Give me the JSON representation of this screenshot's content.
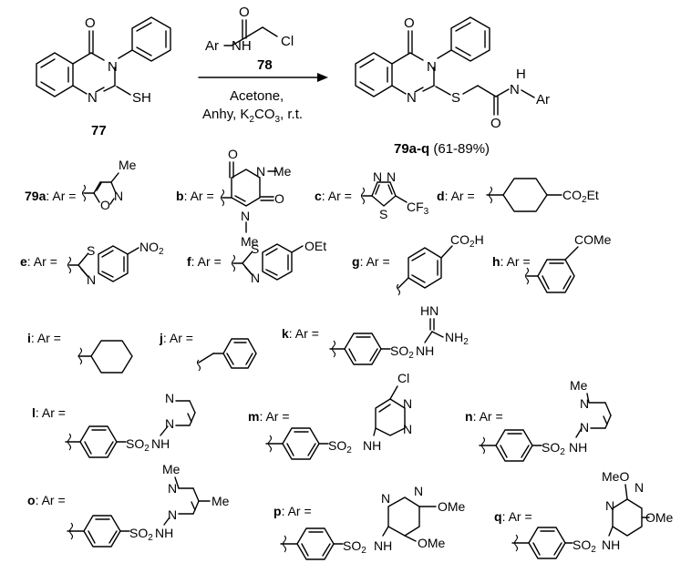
{
  "scheme": {
    "reactant": {
      "label": "77",
      "sh": "SH",
      "n": "N",
      "o": "O"
    },
    "reagent": {
      "label": "78",
      "ar": "Ar",
      "nh": "NH",
      "o": "O",
      "cl": "Cl"
    },
    "conditions": {
      "line1": "Acetone,",
      "line2_prefix": "Anhy, K",
      "line2_sub": "2",
      "line2_suffix": "CO",
      "line2_sub2": "3",
      "line2_end": ", r.t."
    },
    "product": {
      "label": "79a-q",
      "yield": " (61-89%)",
      "n": "N",
      "s": "S",
      "o": "O",
      "h": "H",
      "nh_n": "N",
      "ar": "Ar"
    }
  },
  "entries": [
    {
      "code": "79a",
      "sep": ": Ar =",
      "atoms": [
        "O",
        "N",
        "Me"
      ]
    },
    {
      "code": "b",
      "sep": ": Ar =",
      "atoms": [
        "O",
        "N",
        "Me",
        "O",
        "N",
        "Me"
      ]
    },
    {
      "code": "c",
      "sep": ": Ar =",
      "atoms": [
        "N",
        "N",
        "S",
        "CF3"
      ]
    },
    {
      "code": "d",
      "sep": ": Ar =",
      "atoms": [
        "CO2Et"
      ]
    },
    {
      "code": "e",
      "sep": ": Ar =",
      "atoms": [
        "S",
        "N",
        "NO2"
      ]
    },
    {
      "code": "f",
      "sep": ": Ar =",
      "atoms": [
        "S",
        "N",
        "OEt"
      ]
    },
    {
      "code": "g",
      "sep": ": Ar =",
      "atoms": [
        "CO2H"
      ]
    },
    {
      "code": "h",
      "sep": ": Ar =",
      "atoms": [
        "COMe"
      ]
    },
    {
      "code": "i",
      "sep": ": Ar =",
      "atoms": []
    },
    {
      "code": "j",
      "sep": ": Ar =",
      "atoms": []
    },
    {
      "code": "k",
      "sep": ": Ar =",
      "atoms": [
        "HN",
        "NH2",
        "SO2",
        "NH"
      ]
    },
    {
      "code": "l",
      "sep": ": Ar =",
      "atoms": [
        "N",
        "N",
        "SO2",
        "NH"
      ]
    },
    {
      "code": "m",
      "sep": ": Ar =",
      "atoms": [
        "Cl",
        "N",
        "N",
        "SO2",
        "NH"
      ]
    },
    {
      "code": "n",
      "sep": ": Ar =",
      "atoms": [
        "Me",
        "N",
        "N",
        "SO2",
        "NH"
      ]
    },
    {
      "code": "o",
      "sep": ": Ar =",
      "atoms": [
        "Me",
        "Me",
        "N",
        "N",
        "SO2",
        "NH"
      ]
    },
    {
      "code": "p",
      "sep": ": Ar =",
      "atoms": [
        "N",
        "N",
        "OMe",
        "OMe",
        "SO2",
        "NH"
      ]
    },
    {
      "code": "q",
      "sep": ": Ar =",
      "atoms": [
        "MeO",
        "N",
        "N",
        "OMe",
        "SO2",
        "NH"
      ]
    }
  ]
}
